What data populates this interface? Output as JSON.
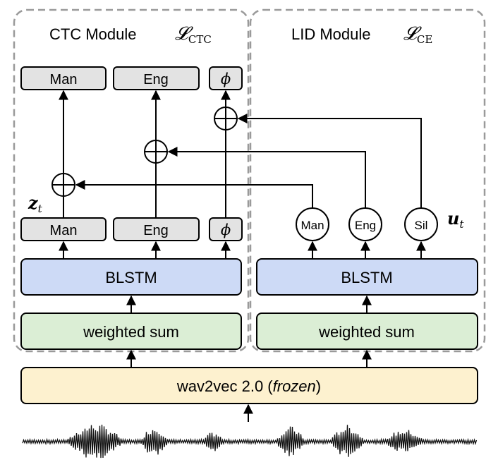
{
  "modules": {
    "ctc": {
      "title": "CTC Module",
      "loss_symbol": "𝓛",
      "loss_sub": "CTC"
    },
    "lid": {
      "title": "LID Module",
      "loss_symbol": "𝓛",
      "loss_sub": "CE"
    }
  },
  "ctc_outputs": [
    "Man",
    "Eng",
    "ϕ"
  ],
  "ctc_inputs": [
    "Man",
    "Eng",
    "ϕ"
  ],
  "lid_nodes": [
    "Man",
    "Eng",
    "Sil"
  ],
  "labels": {
    "z_main": "z",
    "z_sub": "t",
    "u_main": "u",
    "u_sub": "t"
  },
  "blstm_label": "BLSTM",
  "weighted_sum_label": "weighted sum",
  "wav2vec": {
    "prefix": "wav2vec 2.0 (",
    "emphasis": "frozen",
    "suffix": ")"
  },
  "colors": {
    "module_border": "#9a9a9a",
    "output_box": "#e3e3e3",
    "blstm": "#cddaf6",
    "weighted_sum": "#dbeed5",
    "wav2vec": "#fdf1cf",
    "waveform": "#111111"
  }
}
